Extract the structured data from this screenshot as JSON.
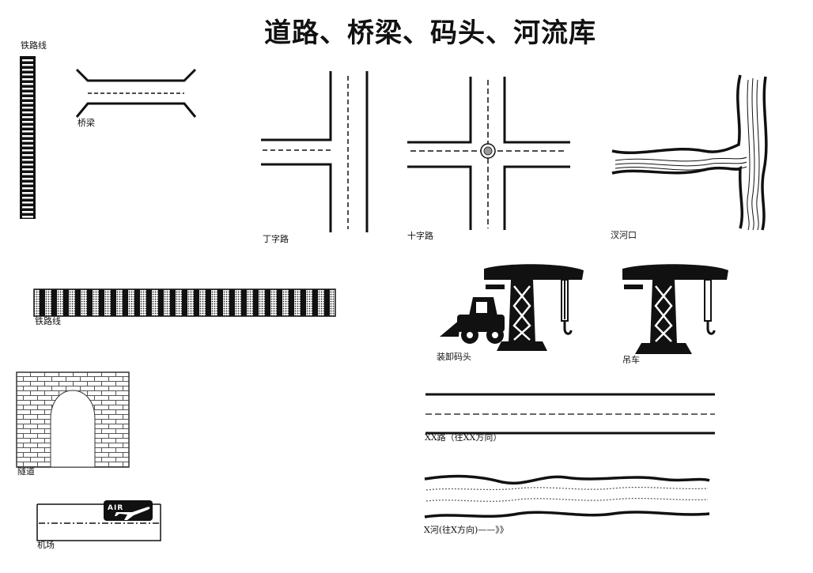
{
  "title": "道路、桥梁、码头、河流库",
  "labels": {
    "railway_vertical": "铁路线",
    "bridge": "桥梁",
    "t_junction": "丁字路",
    "crossroad": "十字路",
    "river_mouth": "汊河口",
    "railway_horizontal": "铁路线",
    "loading_dock": "装卸码头",
    "crane": "吊车",
    "tunnel": "隧道",
    "road": "XX路（往XX方向）",
    "airport": "机场",
    "airport_sign": "AIR",
    "river": "X河(往X方向)——》》"
  }
}
